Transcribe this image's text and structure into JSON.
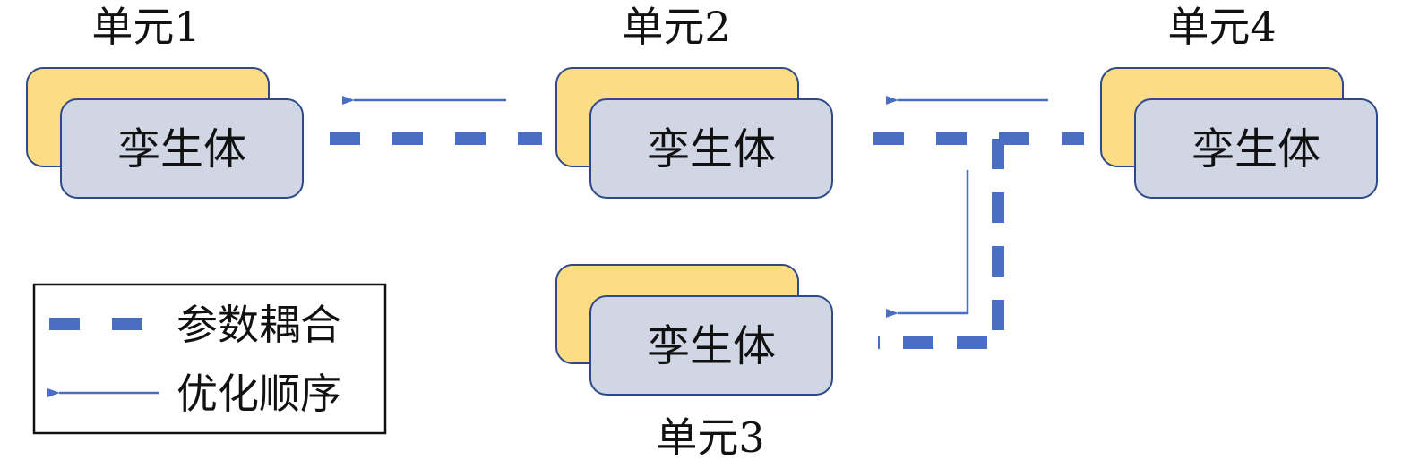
{
  "units": [
    {
      "label": "单元1",
      "box_text": "孪生体"
    },
    {
      "label": "单元2",
      "box_text": "孪生体"
    },
    {
      "label": "单元3",
      "box_text": "孪生体"
    },
    {
      "label": "单元4",
      "box_text": "孪生体"
    }
  ],
  "legend": {
    "coupling_label": "参数耦合",
    "order_label": "优化顺序"
  },
  "colors": {
    "back_card": "#fcdd85",
    "front_card": "#d0d6e3",
    "card_border": "#2f4a88",
    "coupling_line": "#4a6ec4",
    "order_arrow": "#4a6ec4",
    "text": "#111111"
  }
}
